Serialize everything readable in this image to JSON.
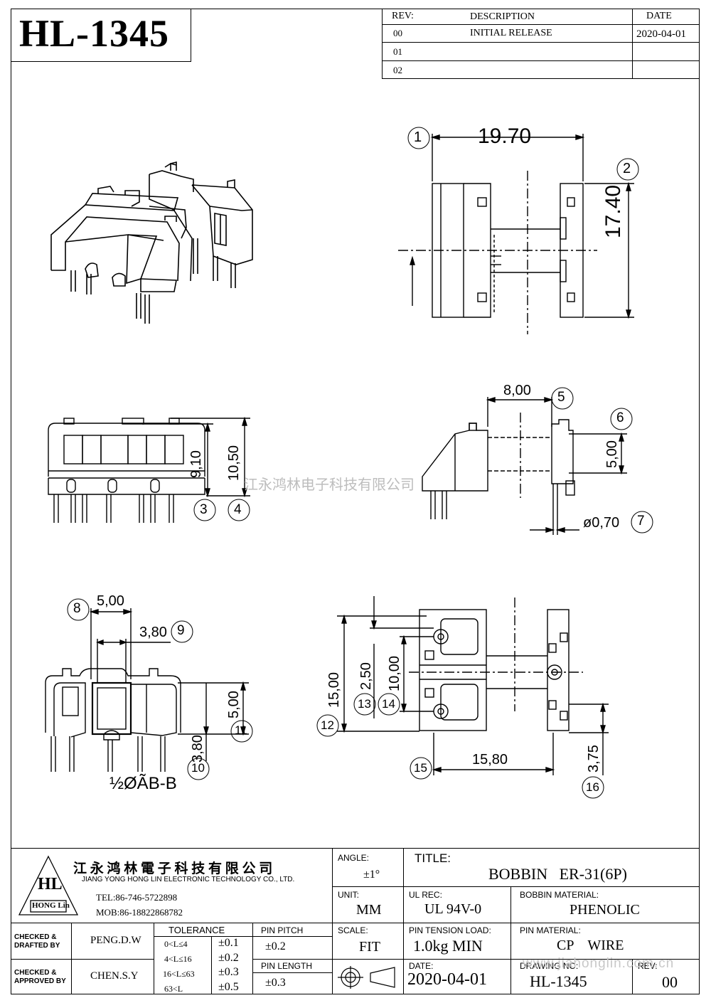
{
  "part_number": "HL-1345",
  "revision_table": {
    "headers": {
      "rev": "REV:",
      "description": "DESCRIPTION",
      "date": "DATE"
    },
    "rows": [
      {
        "rev": "00",
        "description": "INITIAL RELEASE",
        "date": "2020-04-01"
      },
      {
        "rev": "01",
        "description": "",
        "date": ""
      },
      {
        "rev": "02",
        "description": "",
        "date": ""
      }
    ]
  },
  "dimensions": {
    "d1": {
      "value": "19.70",
      "callout": "1"
    },
    "d2": {
      "value": "17.40",
      "callout": "2"
    },
    "d3": {
      "value": "9,10",
      "callout": "3"
    },
    "d4": {
      "value": "10,50",
      "callout": "4"
    },
    "d5": {
      "value": "8,00",
      "callout": "5"
    },
    "d6": {
      "value": "5,00",
      "callout": "6"
    },
    "d7": {
      "value": "ø0,70",
      "callout": "7"
    },
    "d8": {
      "value": "5,00",
      "callout": "8"
    },
    "d9": {
      "value": "3,80",
      "callout": "9"
    },
    "d10": {
      "value": "3,80",
      "callout": "10"
    },
    "d11": {
      "value": "5,00",
      "callout": "11"
    },
    "d12": {
      "value": "15,00",
      "callout": "12"
    },
    "d13": {
      "value": "2,50",
      "callout": "13"
    },
    "d14": {
      "value": "10,00",
      "callout": "14"
    },
    "d15": {
      "value": "15,80",
      "callout": "15"
    },
    "d16": {
      "value": "3,75",
      "callout": "16"
    }
  },
  "section_label": "½ØÃB-B",
  "watermark": "江永鸿林电子科技有限公司",
  "watermark_url": "www.jiahonglin.com.cn",
  "company": {
    "name_cn": "江 永 鸿 林 電 子 科 技 有 限 公 司",
    "name_en": "JIANG YONG HONG LIN ELECTRONIC TECHNOLOGY CO., LTD.",
    "logo_text": "HL",
    "logo_sub": "HONG Lin",
    "tel": "TEL:86-746-5722898",
    "mob": "MOB:86-18822868782"
  },
  "title_block": {
    "angle_label": "ANGLE:",
    "angle_value": "±1°",
    "title_label": "TITLE:",
    "title_value": "BOBBIN   ER-31(6P)",
    "unit_label": "UNIT:",
    "unit_value": "MM",
    "ul_label": "UL REC:",
    "ul_value": "UL 94V-0",
    "material_label": "BOBBIN MATERIAL:",
    "material_value": "PHENOLIC",
    "scale_label": "SCALE:",
    "scale_value": "FIT",
    "tension_label": "PIN TENSION LOAD:",
    "tension_value": "1.0kg MIN",
    "pin_material_label": "PIN MATERIAL:",
    "pin_material_value": "CP    WIRE",
    "date_label": "DATE:",
    "date_value": "2020-04-01",
    "drawing_label": "DRAWING NO:",
    "drawing_value": "HL-1345",
    "rev_label": "REV:",
    "rev_value": "00",
    "checked_drafted_label": "CHECKED &\nDRAFTED BY",
    "checked_drafted_value": "PENG.D.W",
    "checked_approved_label": "CHECKED &\nAPPROVED BY",
    "checked_approved_value": "CHEN.S.Y",
    "tolerance_label": "TOLERANCE",
    "tolerance_rows": [
      {
        "range": "0<L≤4",
        "value": "±0.1"
      },
      {
        "range": "4<L≤16",
        "value": "±0.2"
      },
      {
        "range": "16<L≤63",
        "value": "±0.3"
      },
      {
        "range": "63<L",
        "value": "±0.5"
      }
    ],
    "pin_pitch_label": "PIN PITCH",
    "pin_pitch_value": "±0.2",
    "pin_length_label": "PIN LENGTH",
    "pin_length_value": "±0.3"
  }
}
